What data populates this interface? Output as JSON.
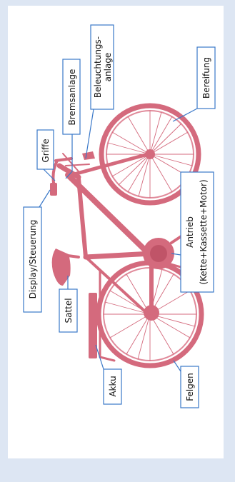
{
  "labels": {
    "griffe": "Griffe",
    "bremsanlage": "Bremsanlage",
    "beleuchtung_1": "Beleuchtungs-",
    "beleuchtung_2": "anlage",
    "bereifung": "Bereifung",
    "antrieb_1": "Antrieb",
    "antrieb_2": "(Kette+Kassette+Motor)",
    "display": "Display/Steuerung",
    "sattel": "Sattel",
    "akku": "Akku",
    "felgen": "Felgen"
  },
  "colors": {
    "bike": "#d46a7d",
    "bike_dark": "#c05468",
    "leader": "#3a78c8",
    "background": "#dde6f3"
  }
}
